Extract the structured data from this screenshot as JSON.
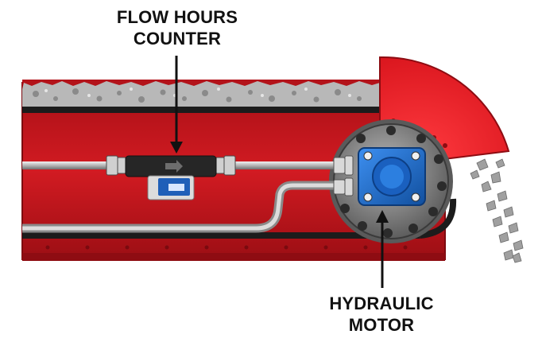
{
  "labels": {
    "flow_hours_counter": {
      "line1": "FLOW HOURS",
      "line2": "COUNTER"
    },
    "hydraulic_motor": {
      "line1": "HYDRAULIC",
      "line2": "MOTOR"
    }
  },
  "colors": {
    "conveyor_red": "#c8161d",
    "conveyor_dark": "#8e0c12",
    "belt_black": "#1c1c1c",
    "pulley_red": "#e8232b",
    "pipe_gray": "#c8c8c8",
    "motor_blue": "#1f6fd0",
    "housing_gray": "#7a7a7a"
  }
}
